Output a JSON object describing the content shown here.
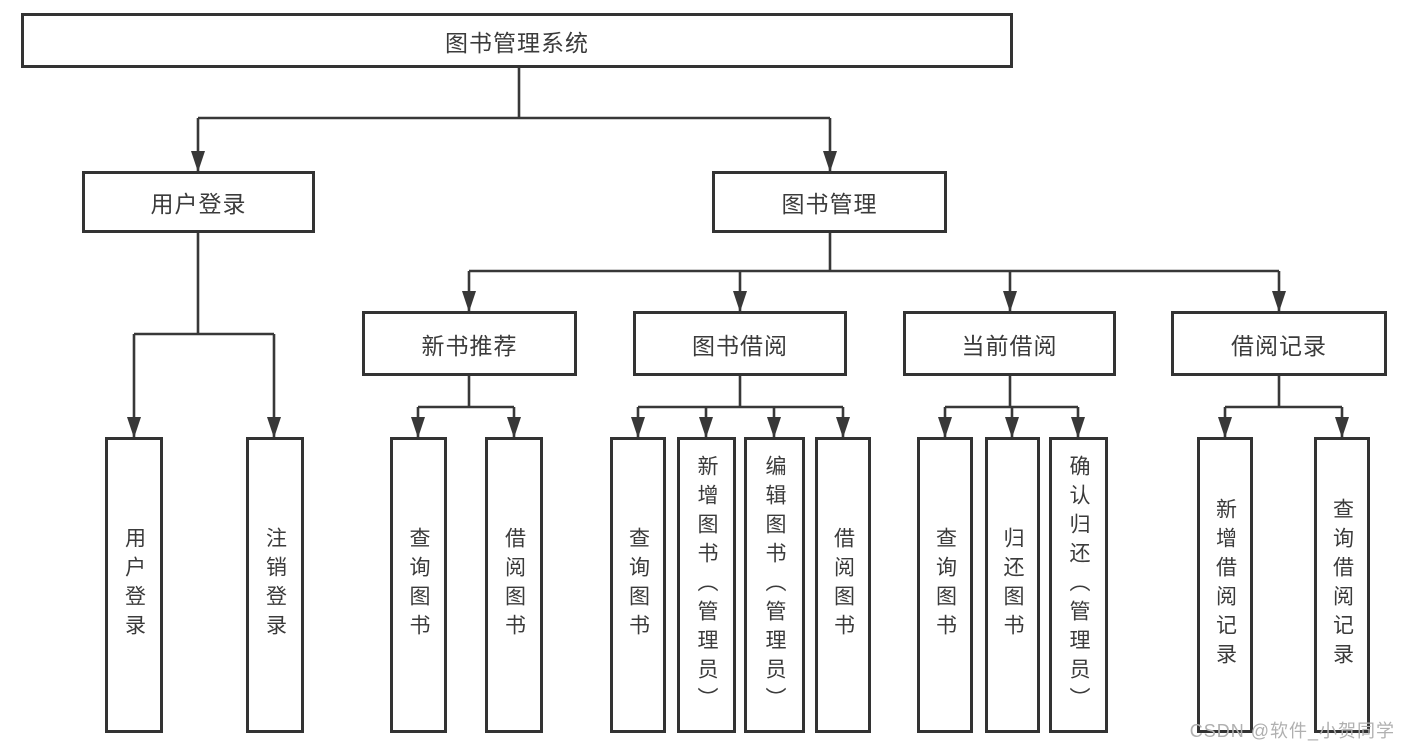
{
  "diagram": {
    "root": {
      "label": "图书管理系统"
    },
    "user_branch": {
      "label": "用户登录",
      "children": [
        {
          "label": "用户登录"
        },
        {
          "label": "注销登录"
        }
      ]
    },
    "book_branch": {
      "label": "图书管理",
      "sections": [
        {
          "label": "新书推荐",
          "children": [
            {
              "label": "查询图书"
            },
            {
              "label": "借阅图书"
            }
          ]
        },
        {
          "label": "图书借阅",
          "children": [
            {
              "label": "查询图书"
            },
            {
              "label": "新增图书（管理员）"
            },
            {
              "label": "编辑图书（管理员）"
            },
            {
              "label": "借阅图书"
            }
          ]
        },
        {
          "label": "当前借阅",
          "children": [
            {
              "label": "查询图书"
            },
            {
              "label": "归还图书"
            },
            {
              "label": "确认归还（管理员）"
            }
          ]
        },
        {
          "label": "借阅记录",
          "children": [
            {
              "label": "新增借阅记录"
            },
            {
              "label": "查询借阅记录"
            }
          ]
        }
      ]
    }
  },
  "watermark": {
    "text": "CSDN @软件_小贺同学"
  },
  "colors": {
    "background": "#ffffff",
    "line": "#383838",
    "box_border": "#333333",
    "text": "#3b3b3b",
    "watermark": "#b0b0b0"
  }
}
